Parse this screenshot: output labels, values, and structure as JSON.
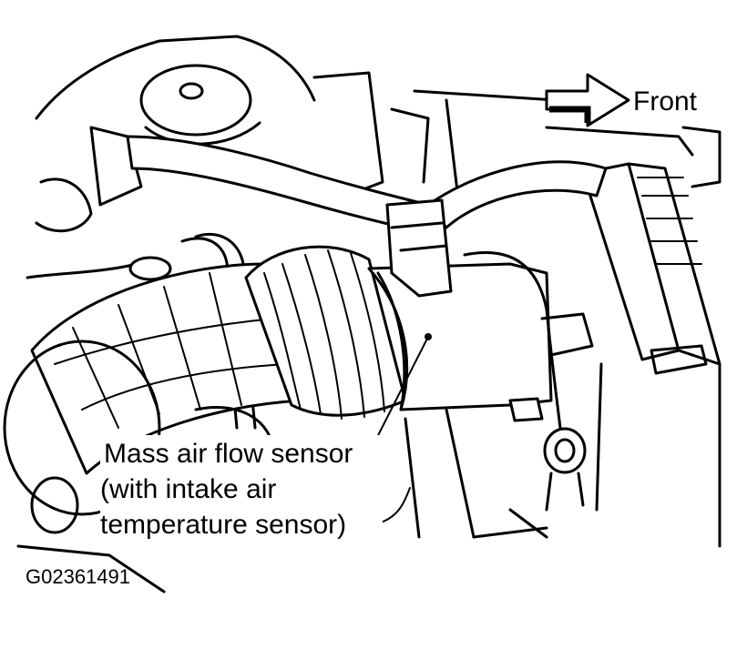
{
  "orientation": {
    "arrow_label": "Front"
  },
  "callout": {
    "lines": [
      "Mass air flow sensor",
      "(with intake air",
      "temperature sensor)"
    ]
  },
  "figure_id": "G02361491"
}
